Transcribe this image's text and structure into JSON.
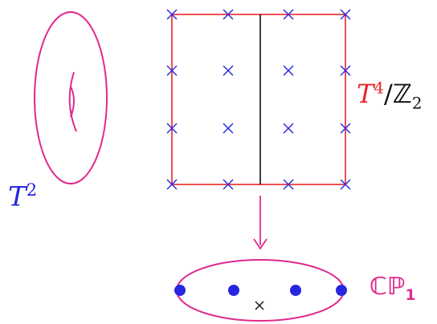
{
  "colors": {
    "magenta": "#e0298f",
    "red": "#e8252a",
    "blue": "#2626e0",
    "black": "#111111"
  },
  "labels": {
    "torus": {
      "base": "T",
      "sup": "2"
    },
    "quotient": {
      "base": "T",
      "sup": "4",
      "slash": "/",
      "group": "ℤ",
      "sub": "2"
    },
    "projective": {
      "base": "ℂℙ",
      "sub": "1"
    }
  },
  "icons": {
    "fixed_point": "cross-icon",
    "orbifold_point": "filled-dot-icon"
  }
}
